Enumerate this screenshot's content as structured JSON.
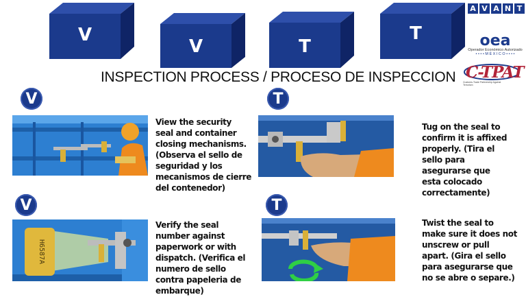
{
  "header": {
    "cubes": [
      "V",
      "V",
      "T",
      "T"
    ],
    "title": "INSPECTION PROCESS / PROCESO DE INSPECCION",
    "logos": {
      "avant_letters": [
        "A",
        "V",
        "A",
        "N",
        "T"
      ],
      "oea_word": "oea",
      "oea_subtitle": "Operador Económico Autorizado",
      "oea_country": "• • • • M É X I C O • • • •",
      "ctpat_text": "C-TPAT",
      "ctpat_subtitle": "Customs-Trade Partnership Against Terrorism"
    }
  },
  "steps": [
    {
      "badge": "V",
      "text": "View the security seal and container closing mechanisms. (Observa el sello de seguridad y los mecanismos de cierre del contenedor)"
    },
    {
      "badge": "T",
      "text": "Tug on the seal to confirm it is affixed properly. (Tira el sello para asegurarse que esta colocado correctamente)"
    },
    {
      "badge": "V",
      "text": "Verify the seal number against paperwork or with dispatch. (Verifica el numero de sello contra papeleria de embarque)"
    },
    {
      "badge": "T",
      "text": "Twist the seal to make sure it does not unscrew or pull apart. (Gira el sello para asegurarse que no se abre o separe.)"
    }
  ],
  "seal_number": "H6587A",
  "colors": {
    "navy": "#1b3a8c",
    "cube_front": "#1b3a8c",
    "cube_side": "#0f2466",
    "cube_top": "#2e4faa"
  }
}
